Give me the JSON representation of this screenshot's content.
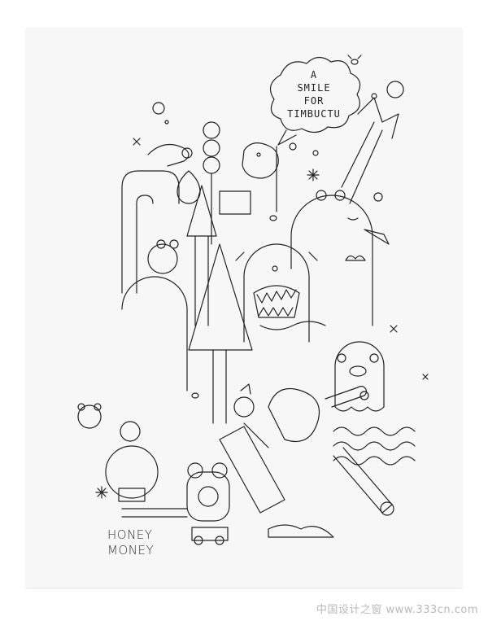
{
  "poster": {
    "cloud_line1": "A",
    "cloud_line2": "SMILE",
    "cloud_line3": "FOR",
    "cloud_line4": "TIMBUCTU",
    "bottom_line1": "HONEY",
    "bottom_line2": "MONEY"
  },
  "watermark": "中国设计之窗 www.333cn.com",
  "colors": {
    "ink": "#222222",
    "paper": "#f7f7f7",
    "background": "#ffffff"
  }
}
